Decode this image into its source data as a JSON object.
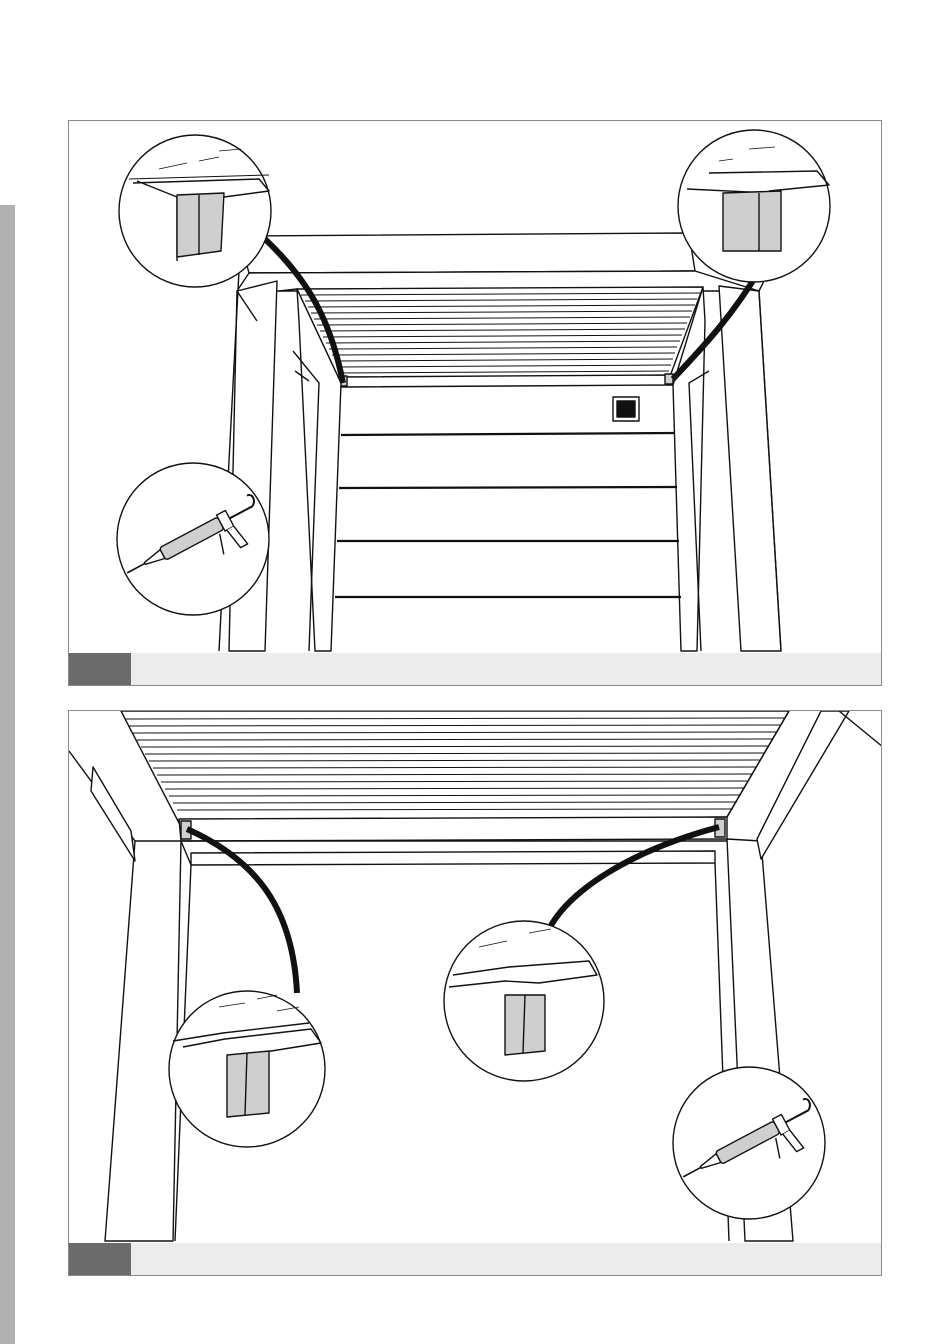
{
  "colors": {
    "side_tab": "#b1b1b1",
    "panel_border": "#8a8a8a",
    "footer_bar": "#ececec",
    "step_badge": "#6b6b6b",
    "sealant": "#cfcfcf",
    "line": "#111111"
  },
  "panels": [
    {
      "step_number": "",
      "caption": "",
      "details": [
        "corner-sealant-detail-left",
        "corner-sealant-detail-right",
        "caulking-gun-detail"
      ]
    },
    {
      "step_number": "",
      "caption": "",
      "details": [
        "corner-sealant-detail-left",
        "corner-sealant-detail-right",
        "caulking-gun-detail"
      ]
    }
  ]
}
